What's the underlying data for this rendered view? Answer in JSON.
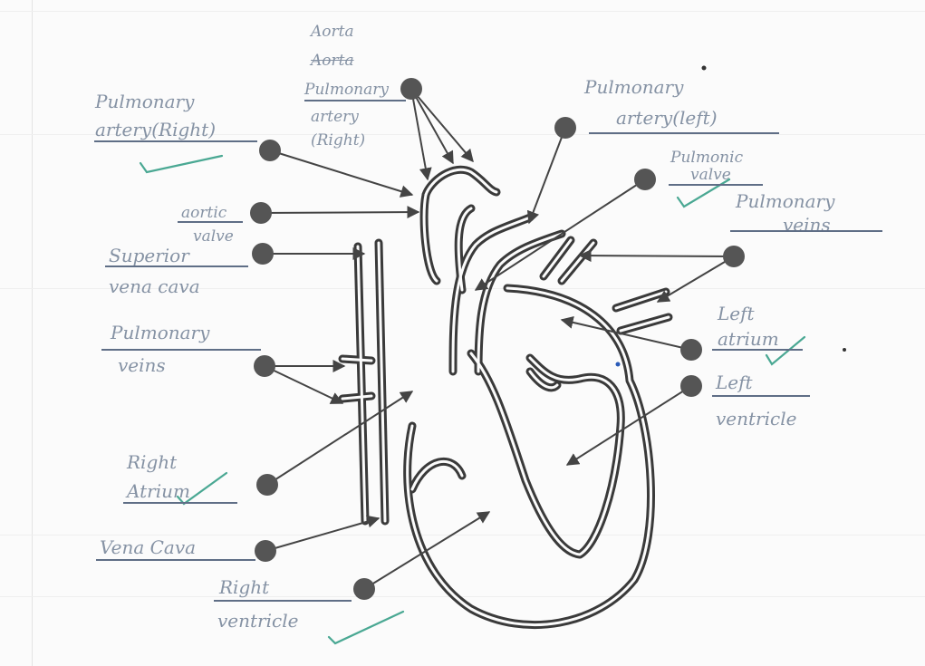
{
  "labels": {
    "aorta": "Aorta",
    "aorta_struck": "Aorta",
    "pulmonary_artery_right_center": [
      "Pulmonary",
      "artery",
      "(Right)"
    ],
    "pulmonary_artery_right": [
      "Pulmonary",
      "artery(Right)"
    ],
    "aortic_valve": [
      "aortic",
      "valve"
    ],
    "superior_vena_cava": [
      "Superior",
      "vena cava"
    ],
    "pulmonary_veins_left_side": [
      "Pulmonary",
      "veins"
    ],
    "right_atrium": [
      "Right",
      "Atrium"
    ],
    "vena_cava": "Vena Cava",
    "right_ventricle": [
      "Right",
      "ventricle"
    ],
    "pulmonary_artery_left": [
      "Pulmonary",
      "artery(left)"
    ],
    "pulmonic_valve": [
      "Pulmonic",
      "valve"
    ],
    "pulmonary_veins_right_side": [
      "Pulmonary",
      "veins"
    ],
    "left_atrium": [
      "Left",
      "atrium"
    ],
    "left_ventricle": [
      "Left",
      "ventricle"
    ]
  },
  "colors": {
    "handwriting": "#8592a4",
    "underline": "#5f6e86",
    "check": "#4aa893",
    "diagram_line": "#3a3a3a",
    "marker": "#555555"
  }
}
